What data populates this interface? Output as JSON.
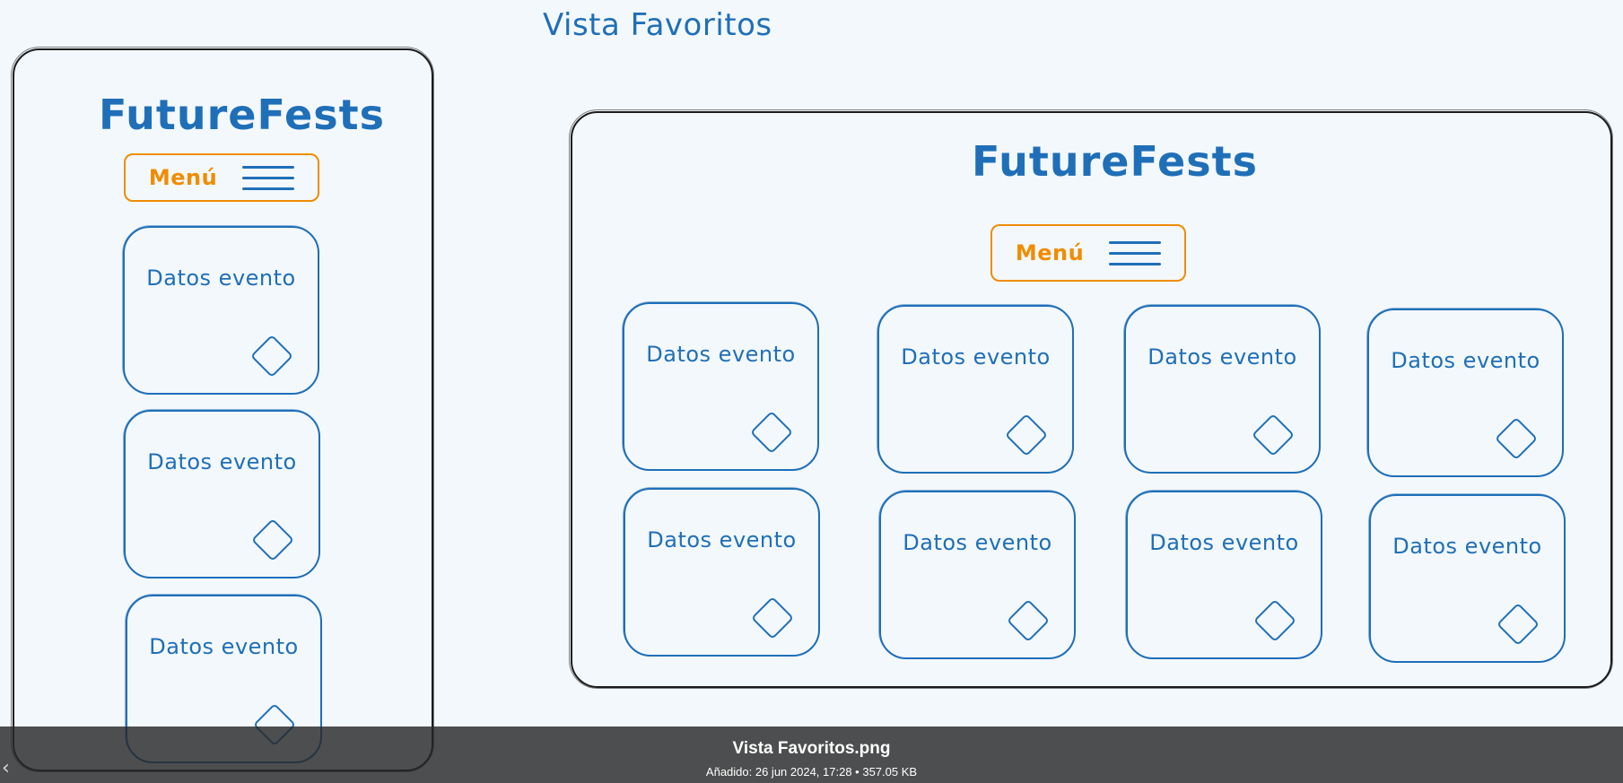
{
  "page_title": "Vista Favoritos",
  "mobile": {
    "brand": "FutureFests",
    "menu_label": "Menú",
    "cards": [
      "Datos evento",
      "Datos evento",
      "Datos evento"
    ]
  },
  "desktop": {
    "brand": "FutureFests",
    "menu_label": "Menú",
    "cards": [
      "Datos evento",
      "Datos evento",
      "Datos evento",
      "Datos evento",
      "Datos evento",
      "Datos evento",
      "Datos evento",
      "Datos evento"
    ]
  },
  "viewer": {
    "file_name": "Vista Favoritos.png",
    "meta": "Añadido: 26 jun 2024, 17:28 • 357.05 KB",
    "prev_icon": "chevron-left-icon"
  },
  "colors": {
    "background": "#f3f8fc",
    "blue": "#1f6fb8",
    "orange": "#f08c00",
    "frame": "#1b1b1b",
    "overlay": "#282828"
  }
}
